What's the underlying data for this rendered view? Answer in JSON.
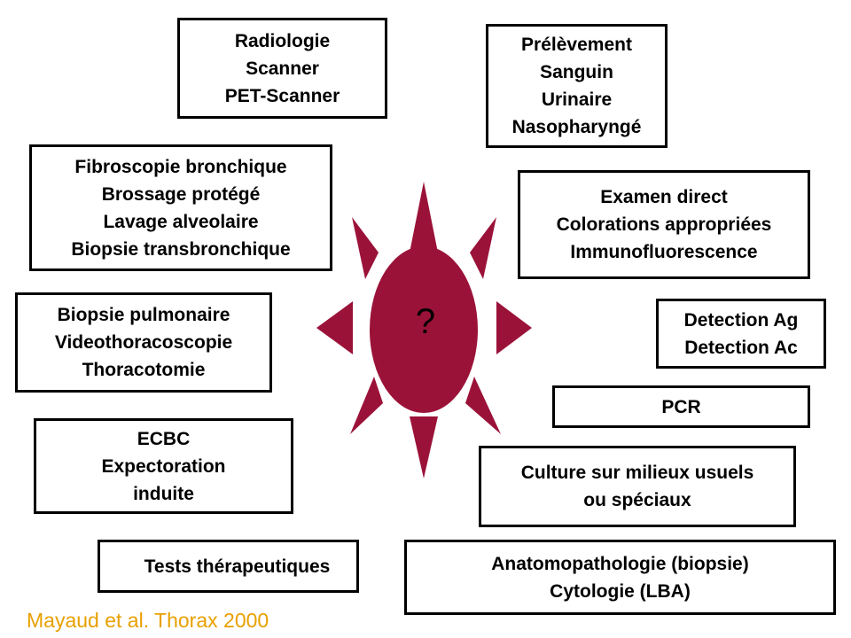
{
  "center": {
    "label": "?"
  },
  "boxes": {
    "imaging": [
      "Radiologie",
      "Scanner",
      "PET-Scanner"
    ],
    "sampling": [
      "Prélèvement",
      "Sanguin",
      "Urinaire",
      "Nasopharyngé"
    ],
    "bronchoscopy": [
      "Fibroscopie bronchique",
      "Brossage protégé",
      "Lavage alveolaire",
      "Biopsie transbronchique"
    ],
    "direct_exam": [
      "Examen direct",
      "Colorations appropriées",
      "Immunofluorescence"
    ],
    "lung_biopsy": [
      "Biopsie pulmonaire",
      "Videothoracoscopie",
      "Thoracotomie"
    ],
    "antigen": [
      "Detection Ag",
      "Detection Ac"
    ],
    "pcr": [
      "PCR"
    ],
    "sputum": [
      "ECBC",
      "Expectoration",
      "induite"
    ],
    "culture": [
      "Culture sur milieux usuels",
      "ou spéciaux"
    ],
    "therapeutic": [
      "Tests thérapeutiques"
    ],
    "pathology": [
      "Anatomopathologie (biopsie)",
      "Cytologie (LBA)"
    ]
  },
  "citation": "Mayaud et al. Thorax 2000",
  "colors": {
    "sun_fill": "#9b1239",
    "citation": "#e8a000",
    "box_border": "#000000"
  }
}
